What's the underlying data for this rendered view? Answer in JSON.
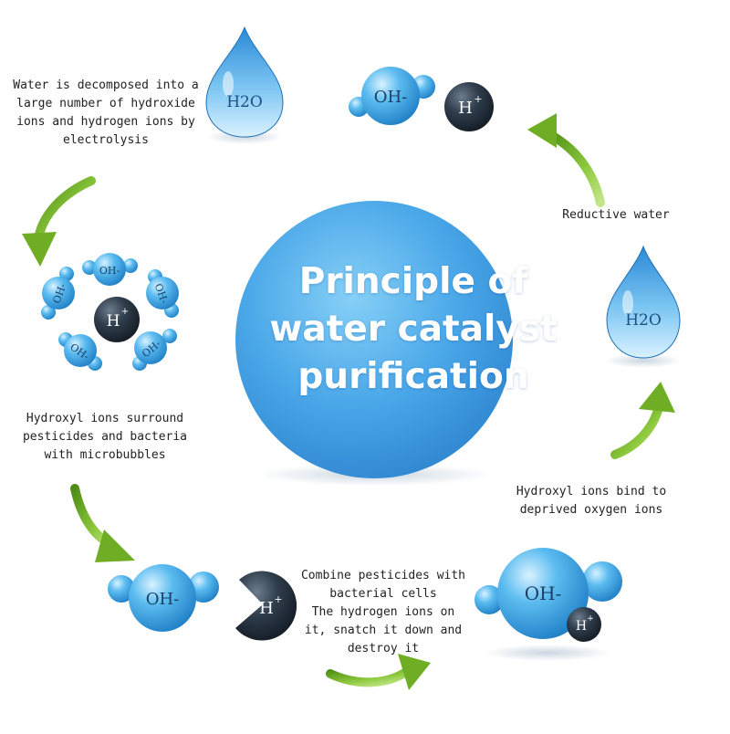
{
  "title": "Principle of\nwater catalyst\npurification",
  "labels": {
    "step1": "Water is decomposed into a\nlarge number of hydroxide\nions and hydrogen ions by\nelectrolysis",
    "step2": "Hydroxyl ions surround\npesticides and bacteria\nwith microbubbles",
    "step3": "Combine pesticides with\nbacterial cells\nThe hydrogen ions on\nit, snatch it down and\ndestroy it",
    "step4": "Hydroxyl ions bind to\ndeprived oxygen ions",
    "step5": "Reductive water"
  },
  "symbols": {
    "water": "H2O",
    "hydroxide": "OH-",
    "hydrogen": "H",
    "plus": "+"
  },
  "colors": {
    "center_circle": "#3f98dd",
    "molecule_blue": "#3aa6e4",
    "hydrogen_dark": "#2b3a4a",
    "arrow_green": "#8cc83c"
  }
}
